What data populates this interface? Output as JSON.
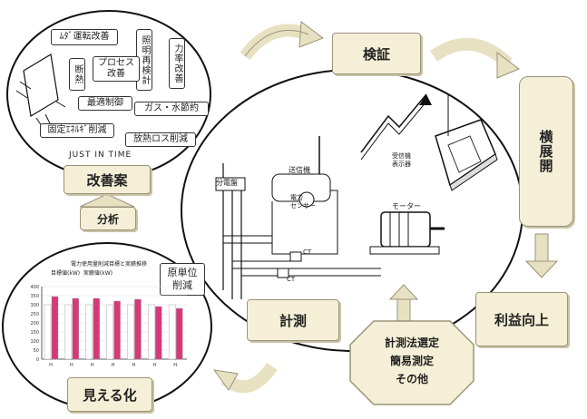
{
  "improvement_ideas": {
    "items": [
      "ﾑﾀﾞ運転改善",
      "照明再検計",
      "力率改善",
      "断熱",
      "プロセス改善",
      "最適制御",
      "ガス・水節約",
      "固定ｴﾈﾙｷﾞ削減",
      "放熱ロス削減"
    ],
    "tagline": "JUST IN TIME"
  },
  "steps": {
    "kaizen_an": "改善案",
    "bunseki": "分析",
    "kensho": "検証",
    "yokotenkai": "横展開",
    "rieki": "利益向上",
    "keisoku": "計測",
    "mieru_ka": "見える化",
    "methods": "計測法選定\n簡易測定\nその他"
  },
  "equipment": {
    "distribution_panel": "分電盤",
    "transmitter": "送信機",
    "power_sensor": "電力\nセンサー",
    "receiver": "受信機\n表示器",
    "motor": "モーター",
    "ct1": "CT",
    "ct2": "CT"
  },
  "chart_panel": {
    "badge": "原単位\n削減"
  },
  "chart_data": {
    "type": "bar",
    "title": "電力使用量削減目標と実績推移",
    "legend": [
      "目標値(kW)",
      "実績値(kW)"
    ],
    "categories": [
      "H",
      "H",
      "H",
      "H",
      "H",
      "H",
      "H"
    ],
    "series": [
      {
        "name": "目標値(kW)",
        "values": [
          300,
          300,
          300,
          300,
          300,
          300,
          300
        ]
      },
      {
        "name": "実績値(kW)",
        "values": [
          345,
          335,
          335,
          320,
          330,
          290,
          280
        ]
      }
    ],
    "ylim": [
      0,
      400
    ],
    "yticks": [
      0,
      50,
      100,
      150,
      200,
      250,
      300,
      350,
      400
    ],
    "colors": {
      "target": "#ffffff",
      "actual": "#d6397a"
    }
  }
}
